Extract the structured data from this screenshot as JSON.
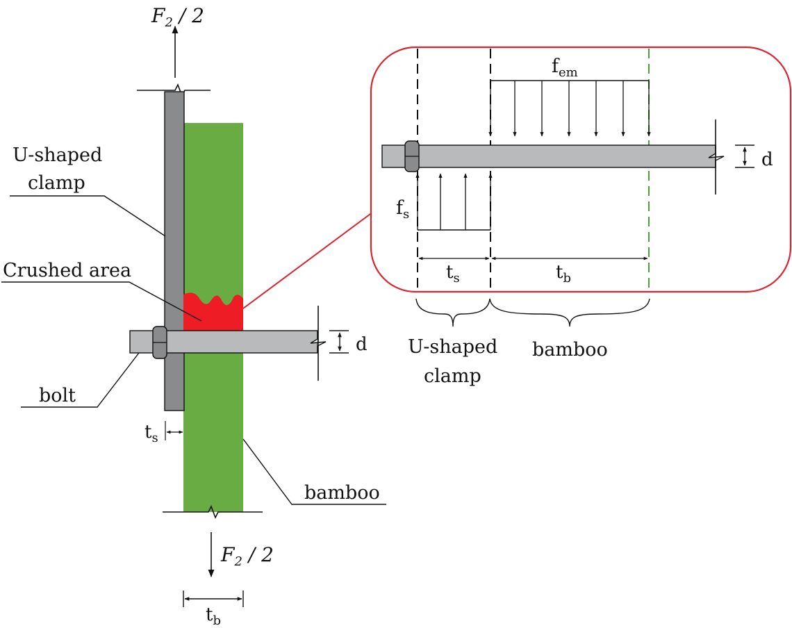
{
  "labels": {
    "force_top_main": "F",
    "force_top_sub": "2",
    "force_top_tail": " / 2",
    "force_bottom_main": "F",
    "force_bottom_sub": "2",
    "force_bottom_tail": " / 2",
    "clamp_line1": "U-shaped",
    "clamp_line2": "clamp",
    "crushed": "Crushed area",
    "bolt": "bolt",
    "bamboo": "bamboo",
    "d_main": "d",
    "ts_main": "t",
    "ts_sub": "s",
    "tb_bottom_main": "t",
    "tb_bottom_sub": "b"
  },
  "detail": {
    "fem_main": "f",
    "fem_sub": "em",
    "fs_main": "f",
    "fs_sub": "s",
    "d": "d",
    "ts_main": "t",
    "ts_sub": "s",
    "tb_main": "t",
    "tb_sub": "b",
    "clamp_line1": "U-shaped",
    "clamp_line2": "clamp",
    "bamboo": "bamboo"
  },
  "colors": {
    "clamp": "#8a8b8d",
    "bamboo": "#6aac44",
    "crushed": "#ee1c24",
    "bolt": "#b9babb",
    "callout": "#d9232e",
    "green_dash": "#4aa03c"
  }
}
